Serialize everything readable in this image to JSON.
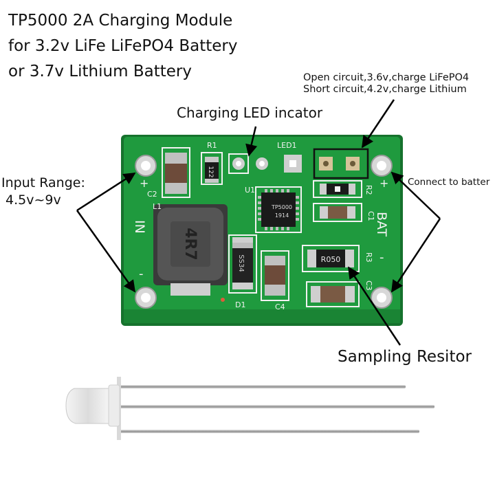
{
  "title": {
    "line1": "TP5000 2A Charging Module",
    "line2": "for 3.2v LiFe LiFePO4 Battery",
    "line3": "or 3.7v Lithium Battery"
  },
  "callouts": {
    "open_circuit": "Open circuit,3.6v,charge LiFePO4",
    "short_circuit": "Short circuit,4.2v,charge Lithium",
    "charging_led": "Charging LED incator",
    "input_range_label": "Input Range:",
    "input_range_value": "4.5v~9v",
    "connect_battery": "Connect to batter",
    "sampling_resistor": "Sampling Resitor"
  },
  "board": {
    "ic_label": "TP5000",
    "ic_code": "1914",
    "inductor_label": "4R7",
    "diode_label": "SS34",
    "resistor_label": "R050",
    "resistor_122": "122",
    "silk_r1": "R1",
    "silk_led1": "LED1",
    "silk_u1": "U1",
    "silk_c2": "C2",
    "silk_l1": "L1",
    "silk_d1": "D1",
    "silk_c4": "C4",
    "silk_c1": "C1",
    "silk_r2": "R2",
    "silk_r3": "R3",
    "silk_c3": "C3",
    "silk_bat": "BAT",
    "silk_in": "IN",
    "silk_plus_left": "+",
    "silk_minus_left": "-",
    "silk_plus_right": "+",
    "silk_minus_right": "-"
  },
  "colors": {
    "pcb": "#1f9a3e",
    "pcb_edge": "#16722d",
    "silk": "#f2f2f2",
    "pad": "#c9c9c9",
    "arrow": "#000000"
  }
}
